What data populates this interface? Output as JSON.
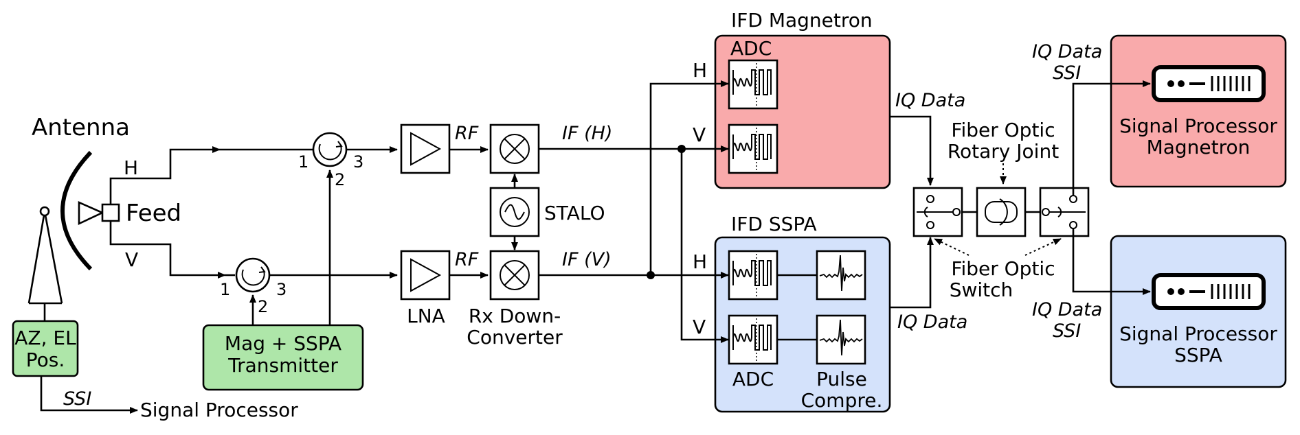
{
  "labels": {
    "antenna": "Antenna",
    "feed": "Feed",
    "pol_h": "H",
    "pol_v": "V",
    "az_el_line1": "AZ, EL",
    "az_el_line2": "Pos.",
    "ssi": "SSI",
    "signal_processor": "Signal Processor",
    "transmitter_line1": "Mag + SSPA",
    "transmitter_line2": "Transmitter",
    "port1": "1",
    "port2": "2",
    "port3": "3",
    "rf": "RF",
    "lna": "LNA",
    "downconverter_line1": "Rx Down-",
    "downconverter_line2": "Converter",
    "stalo": "STALO",
    "if_h": "IF (H)",
    "if_v": "IF (V)",
    "ifd_magnetron": "IFD Magnetron",
    "adc": "ADC",
    "ifd_sspa": "IFD SSPA",
    "pulse_line1": "Pulse",
    "pulse_line2": "Compre.",
    "iq_data": "IQ Data",
    "rotary_line1": "Fiber Optic",
    "rotary_line2": "Rotary Joint",
    "switch_line1": "Fiber Optic",
    "switch_line2": "Switch",
    "sp_mag_line1": "Signal Processor",
    "sp_mag_line2": "Magnetron",
    "sp_sspa_line1": "Signal Processor",
    "sp_sspa_line2": "SSPA"
  },
  "colors": {
    "magnetron_fill": "#f9aaab",
    "sspa_fill": "#d4e2fb",
    "green_fill": "#aee6a9",
    "line": "#000000"
  }
}
